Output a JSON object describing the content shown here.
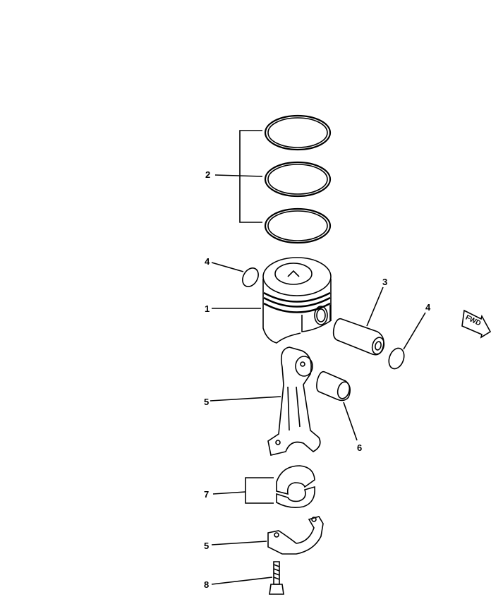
{
  "diagram": {
    "type": "exploded parts diagram",
    "subject": "piston and connecting rod assembly",
    "direction_marker": "FWD",
    "callouts": [
      {
        "number": "1",
        "part": "piston"
      },
      {
        "number": "2",
        "part": "piston ring set (3 rings)"
      },
      {
        "number": "3",
        "part": "piston pin"
      },
      {
        "number": "4",
        "part": "snap ring (left)"
      },
      {
        "number": "4",
        "part": "snap ring (right)"
      },
      {
        "number": "5",
        "part": "connecting rod"
      },
      {
        "number": "6",
        "part": "bushing"
      },
      {
        "number": "7",
        "part": "bearing shells (pair)"
      },
      {
        "number": "5",
        "part": "connecting rod cap"
      },
      {
        "number": "8",
        "part": "bolt"
      }
    ]
  },
  "labels": {
    "l2": "2",
    "l4a": "4",
    "l1": "1",
    "l3": "3",
    "l4b": "4",
    "l5a": "5",
    "l6": "6",
    "l7": "7",
    "l5b": "5",
    "l8": "8",
    "fwd": "FWD"
  }
}
